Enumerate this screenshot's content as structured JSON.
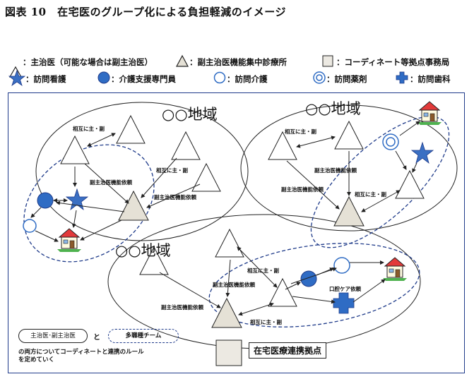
{
  "title": "図表 10　在宅医のグループ化による負担軽減のイメージ",
  "legend": {
    "main_doctor": "：主治医（可能な場合は副主治医）",
    "center": "：副主治医機能集中診療所",
    "coordinate": "：コーディネート等拠点事務局",
    "nursing": "：訪問看護",
    "care_manager": "：介護支援専門員",
    "home_care": "：訪問介護",
    "pharmacy": "：訪問薬剤",
    "dental": "：訪問歯科"
  },
  "regions": [
    "○○地域",
    "○○地域",
    "○○地域"
  ],
  "labels": {
    "mutual": "相互に主・副",
    "request": "副主治医機能依頼",
    "oral": "口腔ケア依頼"
  },
  "bottom": {
    "pill_solid": "主治医･副主治医",
    "and": "と",
    "pill_dashed": "多職種チーム",
    "note_line1": "の両方についてコーディネートと連携のルール",
    "note_line2": "を定めていく",
    "hub_label": "在宅医療連携拠点"
  }
}
